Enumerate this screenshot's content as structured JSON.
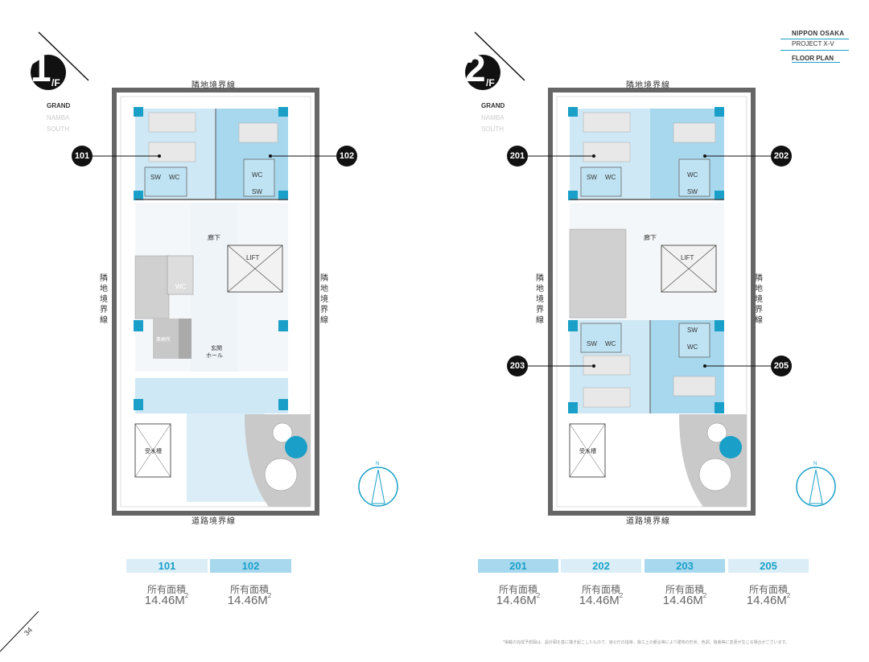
{
  "header": {
    "line1": "NIPPON OSAKA",
    "line2": "PROJECT X-V",
    "line3": "FLOOR PLAN"
  },
  "floor1": {
    "num": "1",
    "suffix": "/F",
    "nav": [
      "GRAND",
      "NAMBA",
      "SOUTH"
    ],
    "top_boundary": "隣地境界線",
    "bottom_boundary": "道路境界線",
    "side_boundary": [
      "隣",
      "地",
      "境",
      "界",
      "線"
    ],
    "rooms": [
      "101",
      "102"
    ],
    "labels": {
      "sw": "SW",
      "wc": "WC",
      "corridor": "廊下",
      "lift": "LIFT",
      "office": "事務所",
      "hall1": "玄関",
      "hall2": "ホール",
      "tank": "受水槽"
    },
    "units": [
      {
        "name": "101",
        "area_label": "所有面積",
        "area": "14.46M",
        "sup": "2"
      },
      {
        "name": "102",
        "area_label": "所有面積",
        "area": "14.46M",
        "sup": "2"
      }
    ]
  },
  "floor2": {
    "num": "2",
    "suffix": "/F",
    "nav": [
      "GRAND",
      "NAMBA",
      "SOUTH"
    ],
    "top_boundary": "隣地境界線",
    "bottom_boundary": "道路境界線",
    "side_boundary": [
      "隣",
      "地",
      "境",
      "界",
      "線"
    ],
    "rooms": [
      "201",
      "202",
      "203",
      "205"
    ],
    "labels": {
      "sw": "SW",
      "wc": "WC",
      "corridor": "廊下",
      "lift": "LIFT",
      "tank": "受水槽"
    },
    "units": [
      {
        "name": "201",
        "area_label": "所有面積",
        "area": "14.46M",
        "sup": "2"
      },
      {
        "name": "202",
        "area_label": "所有面積",
        "area": "14.46M",
        "sup": "2"
      },
      {
        "name": "203",
        "area_label": "所有面積",
        "area": "14.46M",
        "sup": "2"
      },
      {
        "name": "205",
        "area_label": "所有面積",
        "area": "14.46M",
        "sup": "2"
      }
    ]
  },
  "compass": "N",
  "page_number": "34",
  "footnote": "*掲載の完成予想図は、設計図を基に描き起こしたもので、官公庁の指導、施工上の都合等により建物の形状、色調、植栽等に変更が生じる場合がございます。",
  "colors": {
    "accent": "#1aa0c8",
    "room_light": "#cfe8f5",
    "room_mid": "#a8d8ee",
    "wall": "#666666"
  }
}
